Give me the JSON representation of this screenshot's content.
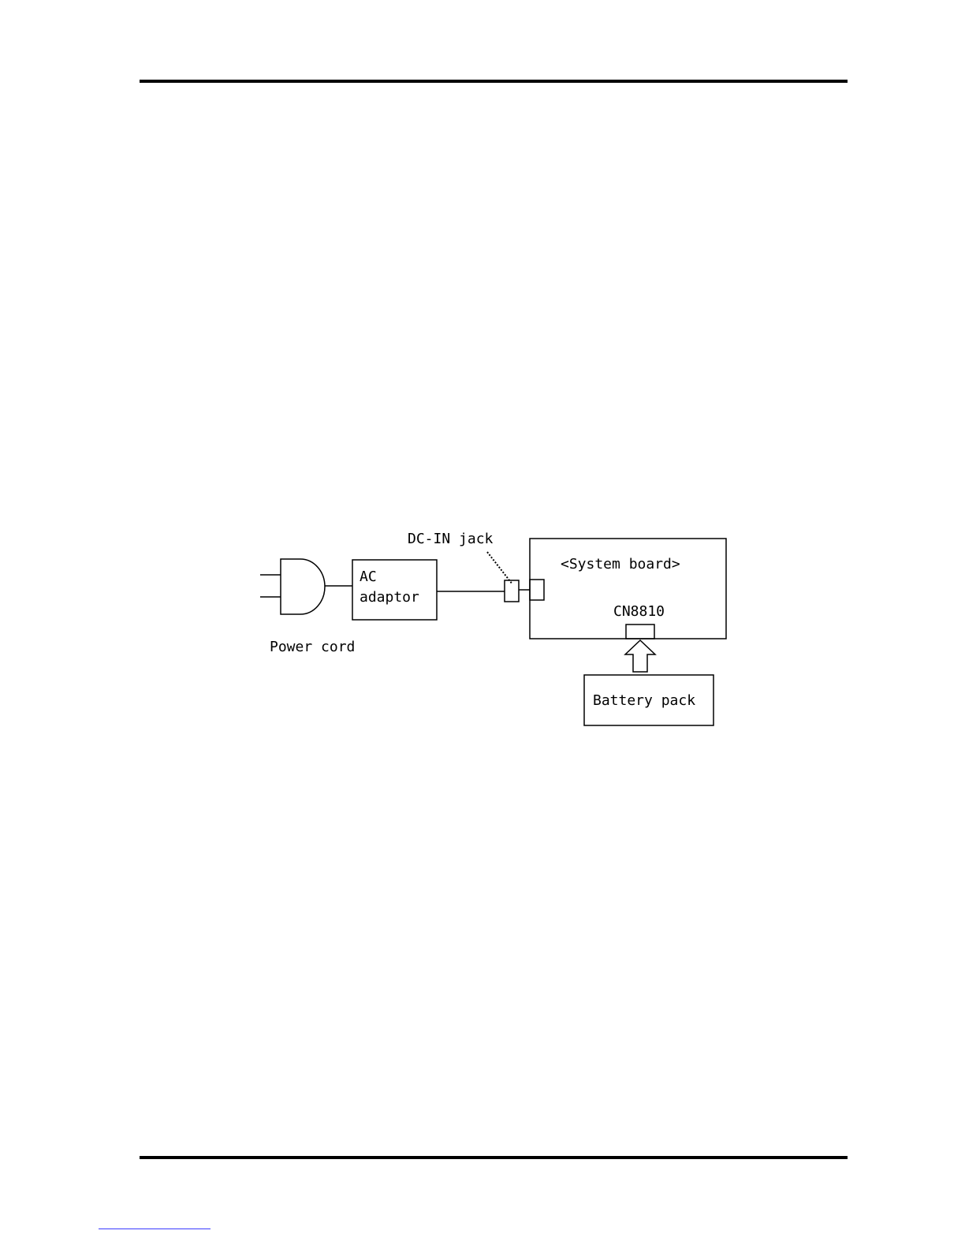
{
  "diagram": {
    "labels": {
      "dc_in_jack": "DC-IN jack",
      "ac_adaptor_line1": "AC",
      "ac_adaptor_line2": "adaptor",
      "power_cord": "Power cord",
      "system_board": "<System board>",
      "connector": "CN8810",
      "battery_pack": "Battery pack"
    }
  }
}
